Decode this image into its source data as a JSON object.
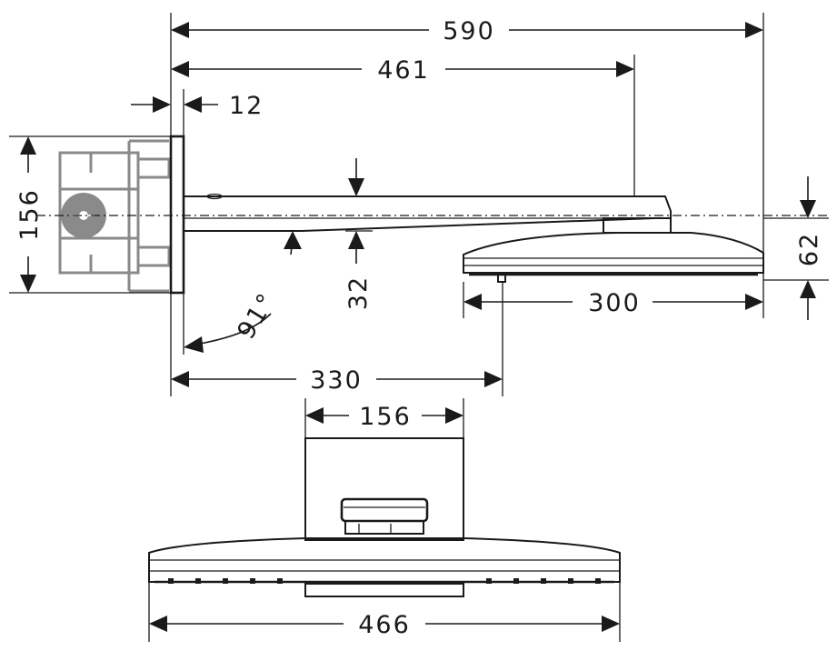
{
  "dimensions": {
    "total_length": "590",
    "arm_length": "461",
    "wall_plate_thickness": "12",
    "box_height": "156",
    "arm_angle": "91°",
    "arm_drop": "32",
    "head_height": "62",
    "head_depth": "300",
    "head_center_offset": "330",
    "connector_width": "156",
    "head_width": "466"
  }
}
